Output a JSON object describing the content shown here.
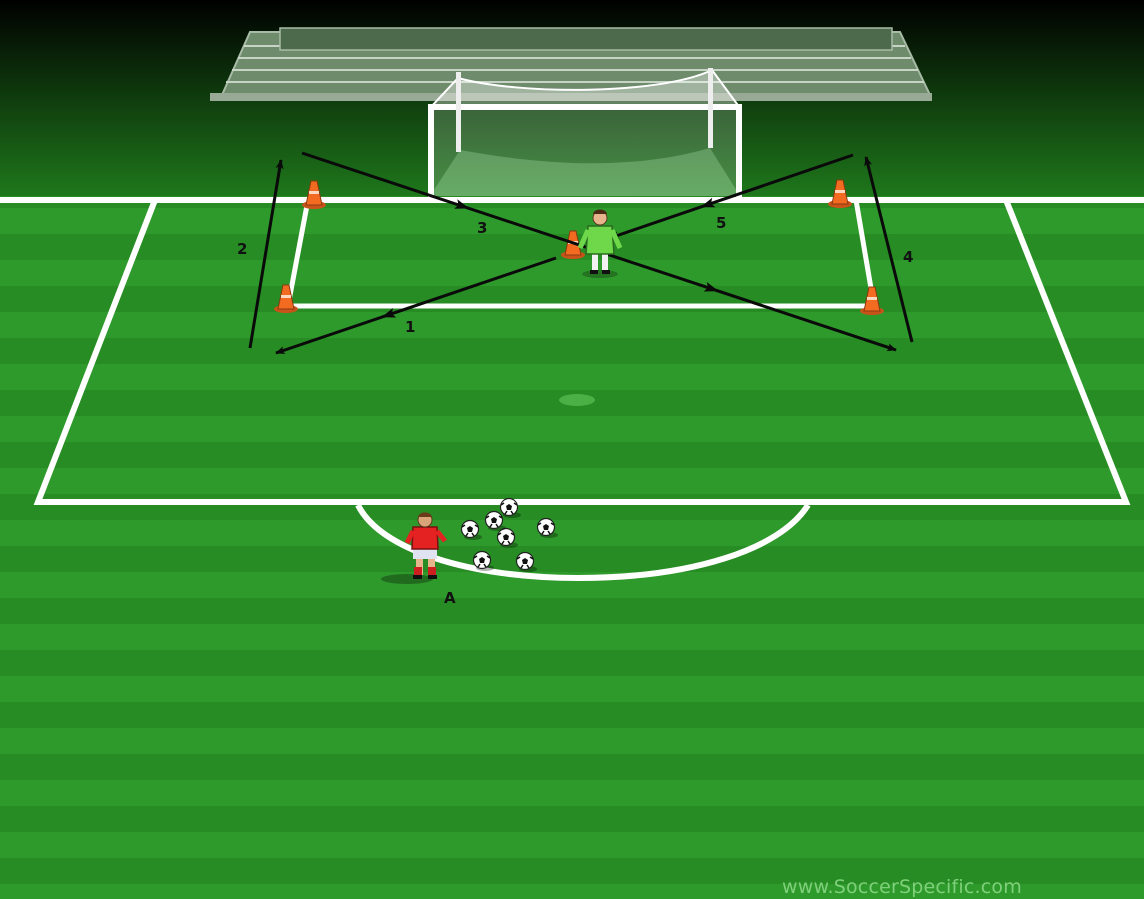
{
  "diagram": {
    "steps": [
      {
        "id": "1",
        "label": "1"
      },
      {
        "id": "2",
        "label": "2"
      },
      {
        "id": "3",
        "label": "3"
      },
      {
        "id": "4",
        "label": "4"
      },
      {
        "id": "5",
        "label": "5"
      }
    ],
    "player_label": "A",
    "ball_count": 7,
    "cone_count": 5,
    "colors": {
      "grass_light": "#2f9a2c",
      "grass_dark": "#258a22",
      "line": "#ffffff",
      "arrow": "#0a0a0a",
      "cone": "#f36b21",
      "player_shirt": "#e52222",
      "keeper_shirt": "#6fd84a"
    }
  },
  "watermark": "www.SoccerSpecific.com"
}
